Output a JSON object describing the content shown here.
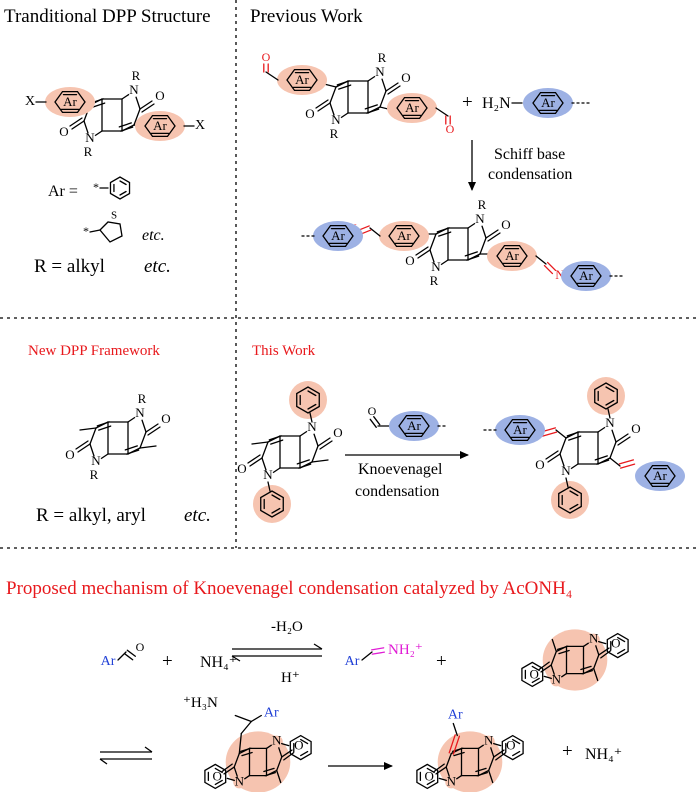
{
  "panels": {
    "traditional_title": "Tranditional DPP Structure",
    "previous_title": "Previous Work",
    "new_title": "New DPP Framework",
    "this_title": "This Work",
    "mechanism_title": "Proposed mechanism of Knoevenagel condensation catalyzed by AcONH₄"
  },
  "traditional": {
    "ar_def": "Ar =",
    "etc1": "etc.",
    "r_def": "R = alkyl",
    "etc2": "etc."
  },
  "previous": {
    "plus": "+",
    "h2n": "H₂N",
    "arrow_label_1": "Schiff base",
    "arrow_label_2": "condensation"
  },
  "newframe": {
    "r_def": "R = alkyl,  aryl",
    "etc": "etc."
  },
  "thiswork": {
    "arrow_label_1": "Knoevenagel",
    "arrow_label_2": "condensation"
  },
  "mechanism": {
    "plus1": "+",
    "nh4": "NH₄⁺",
    "eq_top": "-H₂O",
    "eq_bottom": "H⁺",
    "iminium": "NH₂⁺",
    "plus2": "+",
    "h3n": "⁺H₃N",
    "plus3": "+",
    "nh4_end": "NH₄⁺"
  },
  "labels": {
    "ar": "Ar",
    "x": "X",
    "r": "R",
    "n": "N",
    "o": "O",
    "star": "*",
    "s": "S"
  },
  "colors": {
    "salmon": "#f6c4b0",
    "blue": "#9db1e4",
    "red": "#e8191d",
    "magenta": "#e01cd5",
    "arblue": "#1f3fd6"
  }
}
